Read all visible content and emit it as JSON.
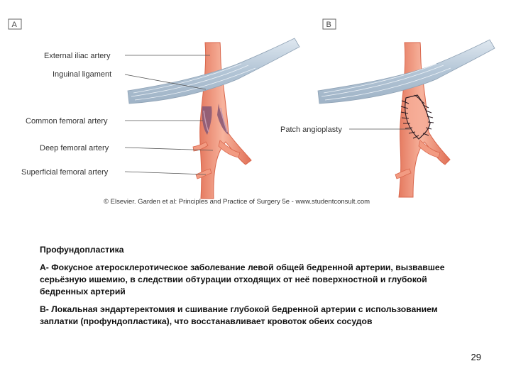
{
  "figure": {
    "panel_a_label": "A",
    "panel_b_label": "B",
    "callouts_a": [
      "External iliac artery",
      "Inguinal ligament",
      "Common femoral artery",
      "Deep femoral artery",
      "Superficial femoral artery"
    ],
    "callout_b": "Patch angioplasty",
    "credit": "© Elsevier. Garden et al: Principles and Practice of Surgery 5e - www.studentconsult.com",
    "colors": {
      "artery": "#f29b82",
      "artery_edge": "#d9664c",
      "ligament": "#b7c8d8",
      "plaque": "#8b5a75",
      "suture": "#2b1b22"
    }
  },
  "caption": {
    "title": "Профундопластика",
    "para_a": "А- Фокусное атеросклеротическое заболевание левой общей бедренной артерии, вызвавшее серьёзную ишемию, в следствии обтурации отходящих от неё поверхностной и глубокой бедренных артерий",
    "para_b": "В- Локальная эндартеректомия и сшивание глубокой бедренной артерии с использованием заплатки (профундопластика), что восстанавливает кровоток обеих сосудов"
  },
  "page_number": "29"
}
